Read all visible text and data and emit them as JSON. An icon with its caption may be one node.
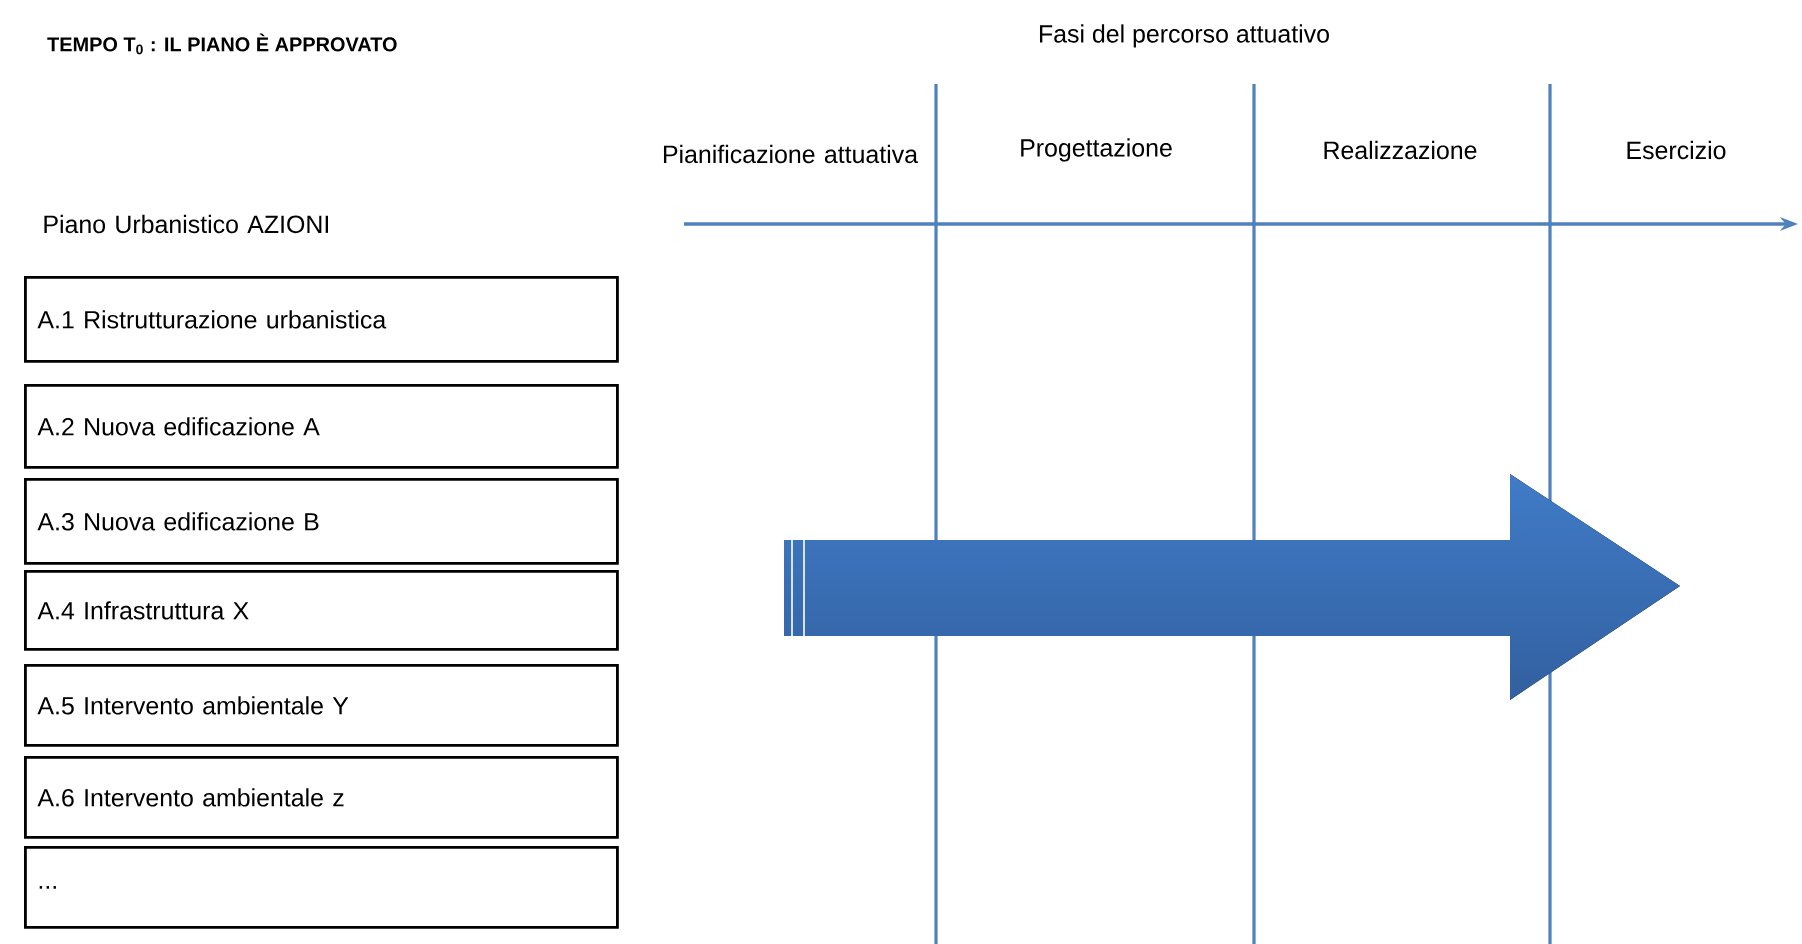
{
  "diagram": {
    "title": "TEMPO T$_{0}$ : IL PIANO È APPROVATO",
    "nodes": [
      {
        "text": [
          "A.1 Ristrutturazione urbanistica"
        ]
      },
      {
        "text": [
          "A.2 Nuova edificazione A"
        ]
      },
      {
        "text": [
          "A.3 Nuova edificazione B"
        ]
      },
      {
        "text": [
          "A.4 Infrastruttura X"
        ]
      },
      {
        "text": [
          "A.5 Intervento ambientale Y"
        ]
      },
      {
        "text": [
          "A.6 Intervento ambientale z"
        ]
      },
      {
        "text": [
          "..."
        ]
      }
    ],
    "edges": [],
    "labels": [
      "Fasi del percorso attuativo",
      "Piano Urbanistico AZIONI",
      "Pianificazione attuativa",
      "Progettazione",
      "Realizzazione",
      "Esercizio"
    ]
  }
}
